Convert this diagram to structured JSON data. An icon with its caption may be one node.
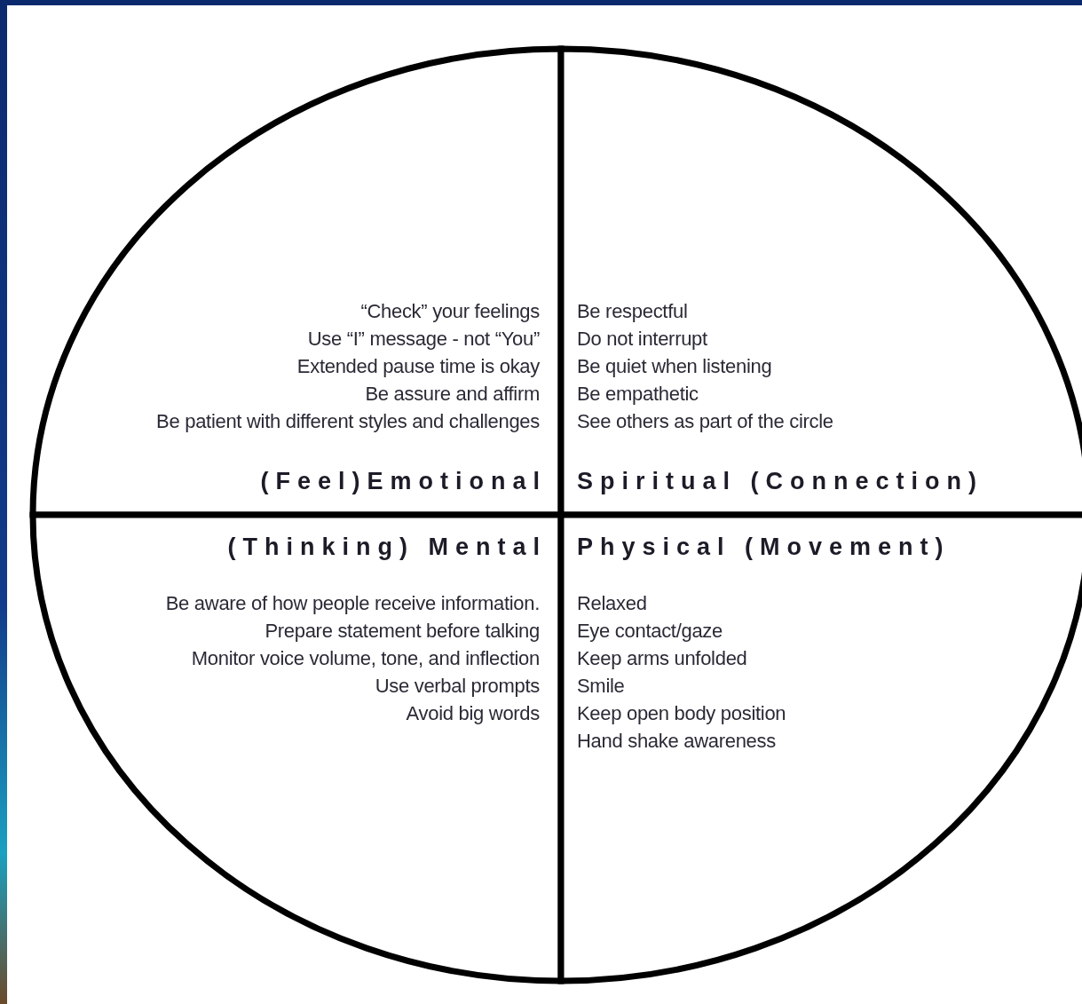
{
  "diagram": {
    "nodes": [
      {
        "text": [
          "“Check” your feelings",
          "Use “I” message - not “You”",
          "Extended pause time is okay",
          "Be assure and affirm",
          "Be patient with different styles and challenges",
          "(Feel)Emotional"
        ]
      },
      {
        "text": [
          "Be respectful",
          "Do not interrupt",
          "Be quiet when listening",
          "Be empathetic",
          "See others as part of the circle",
          "Spiritual (Connection)"
        ]
      },
      {
        "text": [
          "(Thinking) Mental",
          "Be aware of how people receive information.",
          "Prepare statement before talking",
          "Monitor voice volume, tone, and inflection",
          "Use verbal prompts",
          "Avoid big words"
        ]
      },
      {
        "text": [
          "Physical (Movement)",
          "Relaxed",
          "Eye contact/gaze",
          "Keep arms unfolded",
          "Smile",
          "Keep open body position",
          "Hand shake awareness"
        ]
      }
    ]
  }
}
